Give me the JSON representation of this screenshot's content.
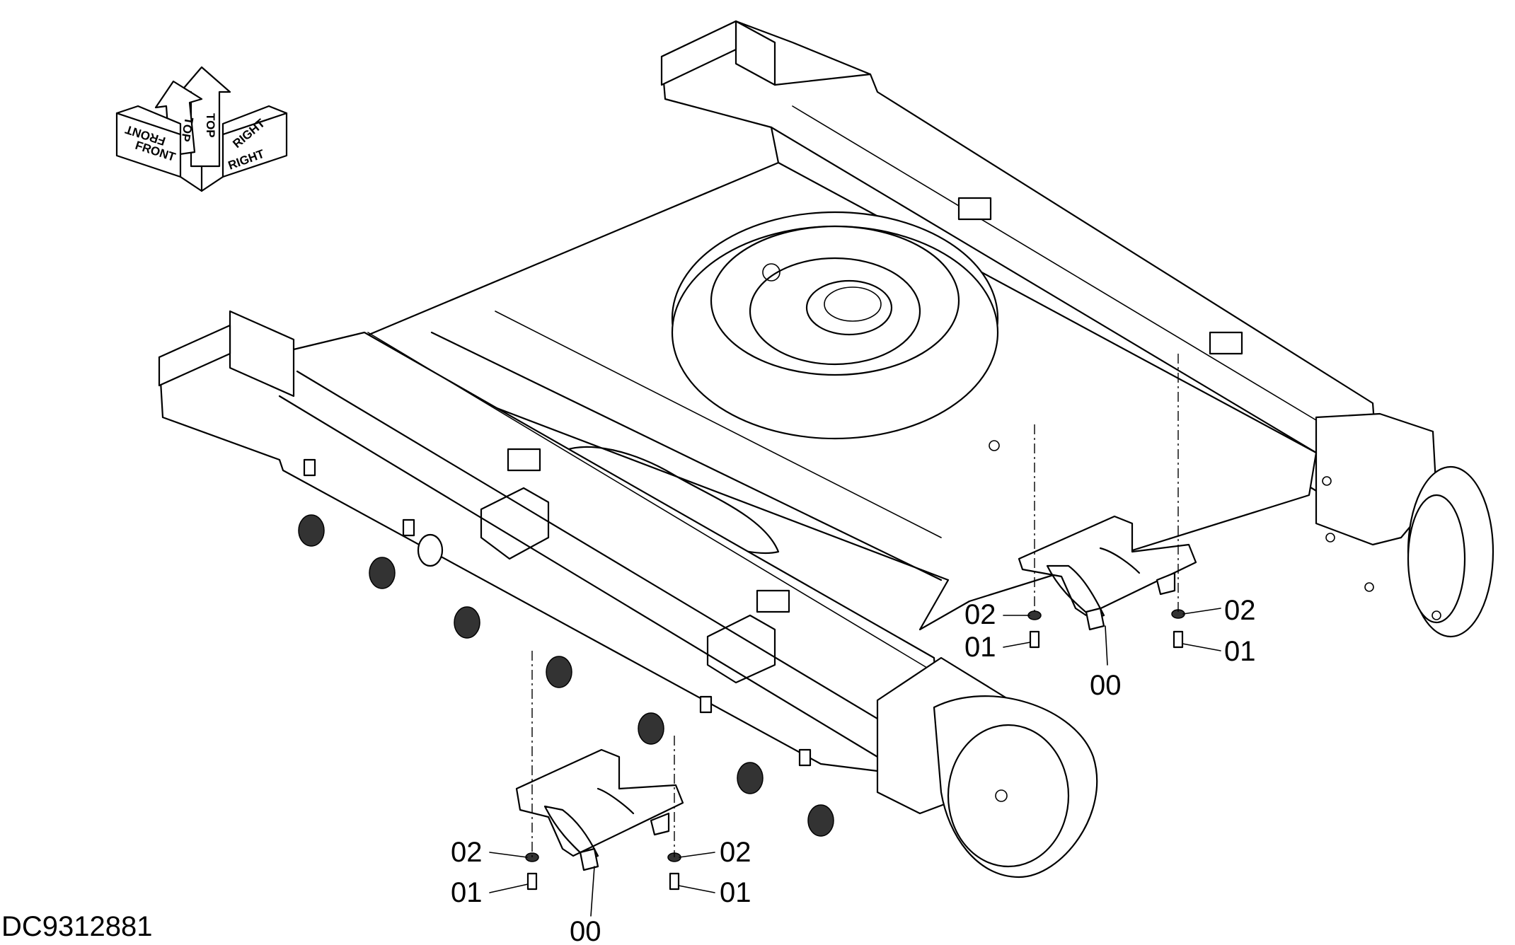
{
  "drawing_id": "DC9312881",
  "orientation_symbol": {
    "front": "FRONT",
    "top": "TOP",
    "right": "RIGHT"
  },
  "callouts": {
    "part_00": "00",
    "part_01": "01",
    "part_02": "02"
  }
}
